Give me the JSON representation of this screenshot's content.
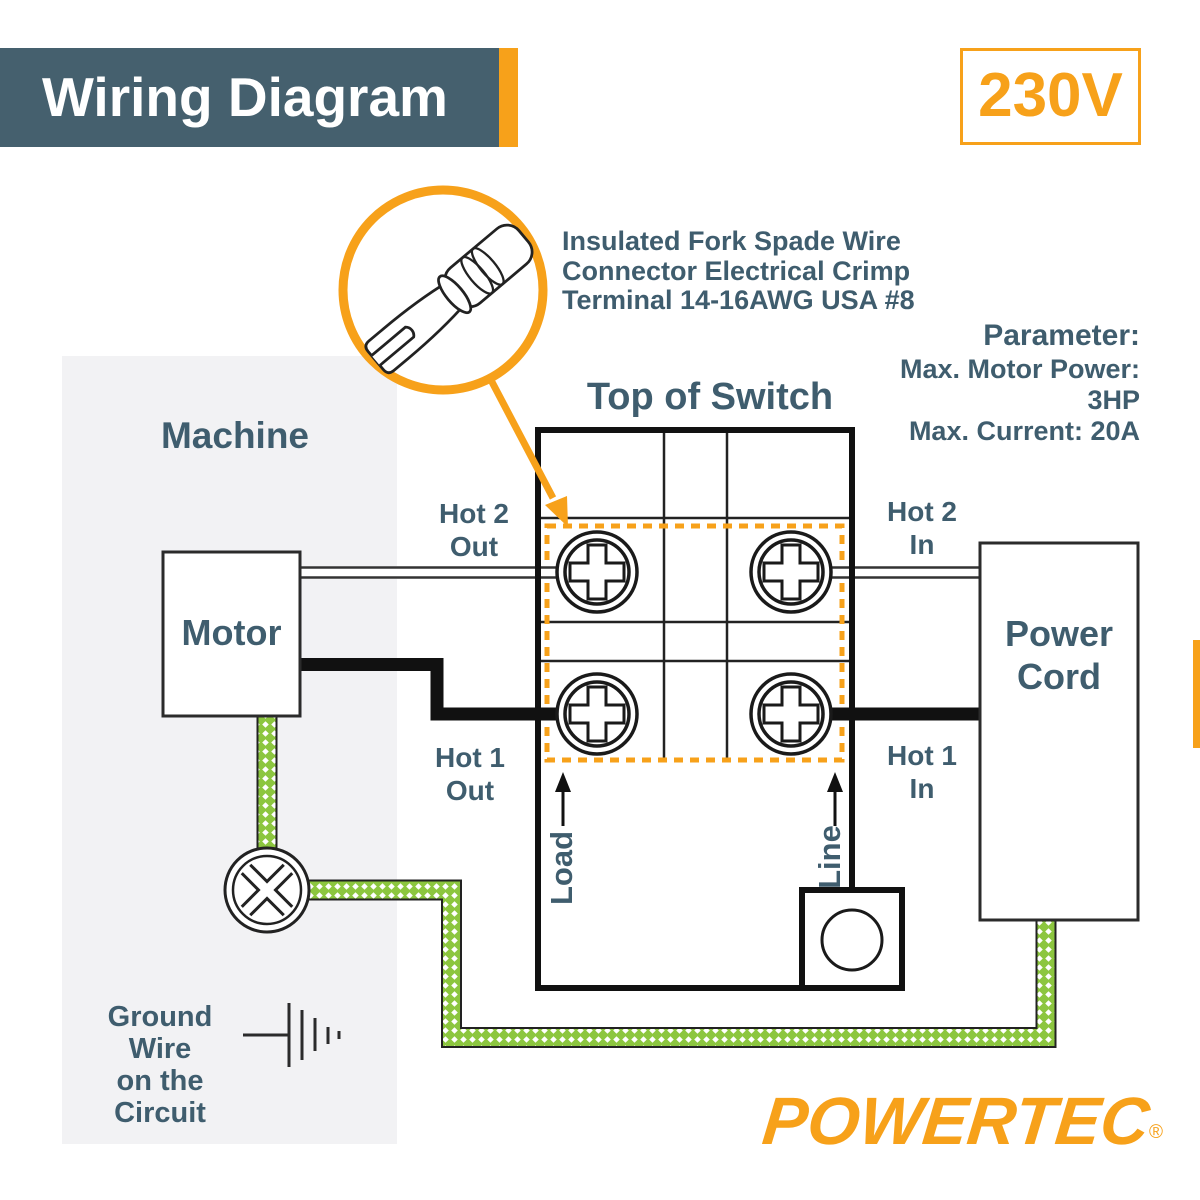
{
  "header": {
    "title": "Wiring Diagram",
    "voltage": "230V"
  },
  "callout": {
    "lines": [
      "Insulated Fork Spade Wire",
      "Connector Electrical Crimp",
      "Terminal 14-16AWG USA #8"
    ]
  },
  "parameters": {
    "heading": "Parameter:",
    "lines": [
      "Max. Motor Power: 3HP",
      "Max. Current: 20A"
    ]
  },
  "switch": {
    "title": "Top of Switch",
    "load": "Load",
    "line": "Line"
  },
  "machine": {
    "label": "Machine",
    "motor": "Motor"
  },
  "power_cord": {
    "lines": [
      "Power",
      "Cord"
    ]
  },
  "wires": {
    "hot2_out": [
      "Hot 2",
      "Out"
    ],
    "hot1_out": [
      "Hot 1",
      "Out"
    ],
    "hot2_in": [
      "Hot 2",
      "In"
    ],
    "hot1_in": [
      "Hot 1",
      "In"
    ]
  },
  "ground": {
    "lines": [
      "Ground Wire",
      "on the Circuit"
    ]
  },
  "brand": {
    "name": "POWERTEC",
    "registered": "®"
  },
  "colors": {
    "accent_orange": "#F7A11A",
    "slate_text": "#3F5D6E",
    "banner_bg": "#45606E",
    "wire_green": "#8CC63F",
    "ink": "#111111",
    "machine_bg": "#F2F2F4"
  }
}
